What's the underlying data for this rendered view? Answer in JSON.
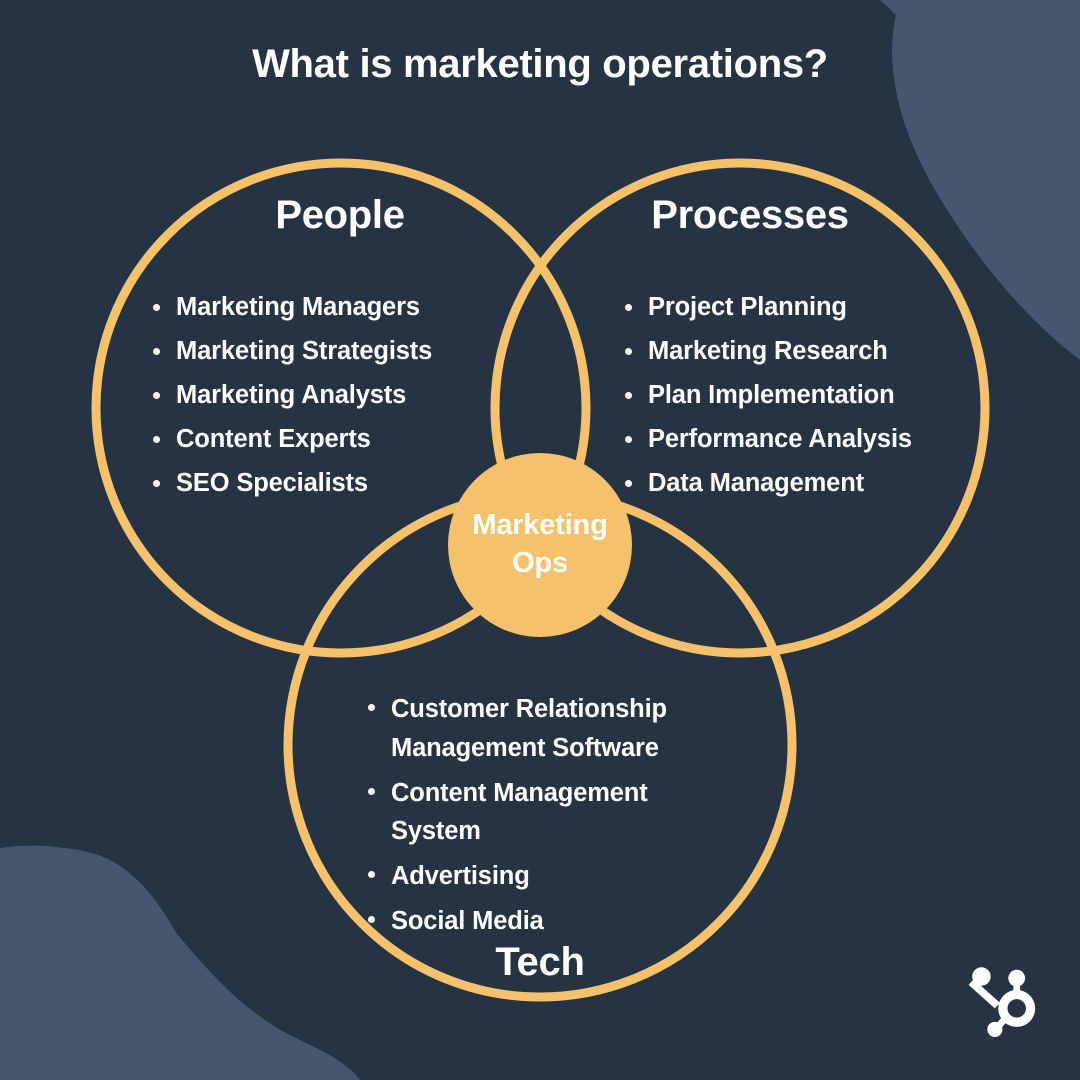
{
  "page": {
    "title": "What is marketing operations?",
    "background_color": "#253342",
    "accent_gold": "#f5c26b",
    "accent_blue_gray": "#45566e",
    "text_color": "#ffffff"
  },
  "brand": {
    "logo_name": "hubspot-sprocket-logo",
    "logo_color": "#ffffff"
  },
  "diagram": {
    "type": "venn",
    "center_node": {
      "label_line1": "Marketing",
      "label_line2": "Ops",
      "fill_color": "#f5c26b",
      "text_color": "#ffffff"
    },
    "circles": [
      {
        "id": "people",
        "heading": "People",
        "items": [
          "Marketing Managers",
          "Marketing Strategists",
          "Marketing Analysts",
          "Content Experts",
          "SEO Specialists"
        ]
      },
      {
        "id": "processes",
        "heading": "Processes",
        "items": [
          "Project Planning",
          "Marketing Research",
          "Plan Implementation",
          "Performance Analysis",
          "Data Management"
        ]
      },
      {
        "id": "tech",
        "heading": "Tech",
        "items": [
          "Customer Relationship Management Software",
          "Content Management System",
          "Advertising",
          "Social Media"
        ]
      }
    ]
  }
}
